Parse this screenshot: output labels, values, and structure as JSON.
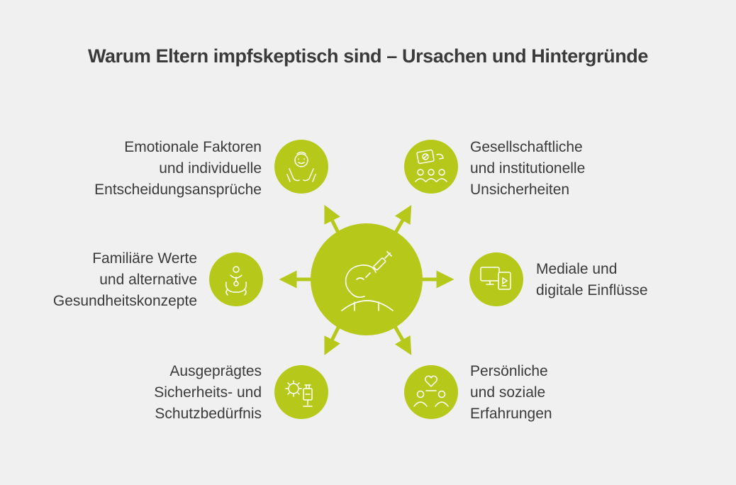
{
  "title": "Warum Eltern impfskeptisch sind – Ursachen und Hintergründe",
  "colors": {
    "accent": "#b6c91b",
    "background": "#f0f0f0",
    "text": "#3a3a3a",
    "icon_line": "#ffffff"
  },
  "center": {
    "icon": "vaccine-hesitant-person-icon"
  },
  "nodes": [
    {
      "id": "emotional",
      "icon": "child-hands-icon",
      "lines": [
        "Emotionale Faktoren",
        "und individuelle",
        "Entscheidungsansprüche"
      ]
    },
    {
      "id": "gesellschaft",
      "icon": "discussion-group-icon",
      "lines": [
        "Gesellschaftliche",
        "und institutionelle",
        "Unsicherheiten"
      ]
    },
    {
      "id": "familie",
      "icon": "family-icon",
      "lines": [
        "Familiäre Werte",
        "und alternative",
        "Gesundheitskonzepte"
      ]
    },
    {
      "id": "medien",
      "icon": "media-devices-icon",
      "lines": [
        "Mediale und",
        "digitale Einflüsse"
      ]
    },
    {
      "id": "sicherheit",
      "icon": "virus-vaccine-icon",
      "lines": [
        "Ausgeprägtes",
        "Sicherheits- und",
        "Schutzbedürfnis"
      ]
    },
    {
      "id": "erfahrungen",
      "icon": "people-heart-icon",
      "lines": [
        "Persönliche",
        "und soziale",
        "Erfahrungen"
      ]
    }
  ]
}
